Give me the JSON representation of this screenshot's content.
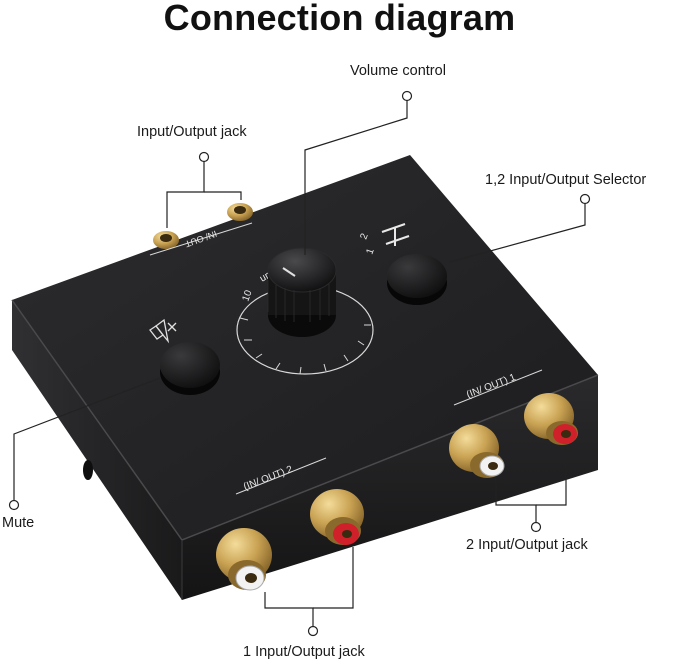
{
  "title": "Connection diagram",
  "labels": {
    "volume_control": "Volume control",
    "input_output_jack_top": "Input/Output jack",
    "selector": "1,2 Input/Output Selector",
    "mute": "Mute",
    "jack_2": "2 Input/Output jack",
    "jack_1": "1 Input/Output jack"
  },
  "device_text": {
    "in_out_top": "IN/ OUT",
    "in_out_1": "(IN/ OUT) 1",
    "in_out_2": "(IN/ OUT) 2",
    "volume": "ume",
    "ten": "10",
    "sel_1": "1",
    "sel_2": "2"
  },
  "colors": {
    "device_body": "#1b1b1d",
    "device_top": "#232325",
    "gold": "#c9a253",
    "jack_red": "#d0202a",
    "jack_white": "#f2f2f2",
    "callout_line": "#222222"
  },
  "icons": {
    "mute": "speaker-mute-icon",
    "selector": "selector-switch-icon"
  }
}
